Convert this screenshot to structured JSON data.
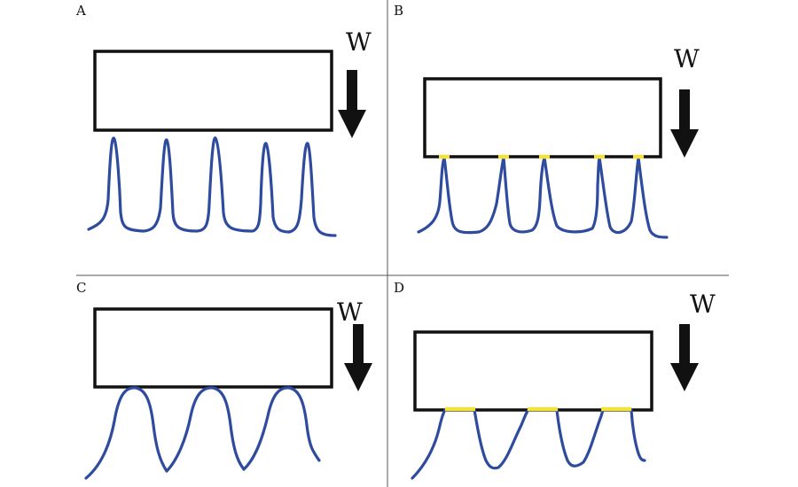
{
  "colors": {
    "fiber": "#2f4b9e",
    "contact": "#f2e23a",
    "outline": "#111111",
    "divider": "#555555",
    "background": "#ffffff"
  },
  "panels": [
    {
      "id": "a",
      "label": "A",
      "weight_label": "W",
      "arrow_icon": "down-arrow-icon"
    },
    {
      "id": "b",
      "label": "B",
      "weight_label": "W",
      "arrow_icon": "down-arrow-icon"
    },
    {
      "id": "c",
      "label": "C",
      "weight_label": "W",
      "arrow_icon": "down-arrow-icon"
    },
    {
      "id": "d",
      "label": "D",
      "weight_label": "W",
      "arrow_icon": "down-arrow-icon"
    }
  ]
}
